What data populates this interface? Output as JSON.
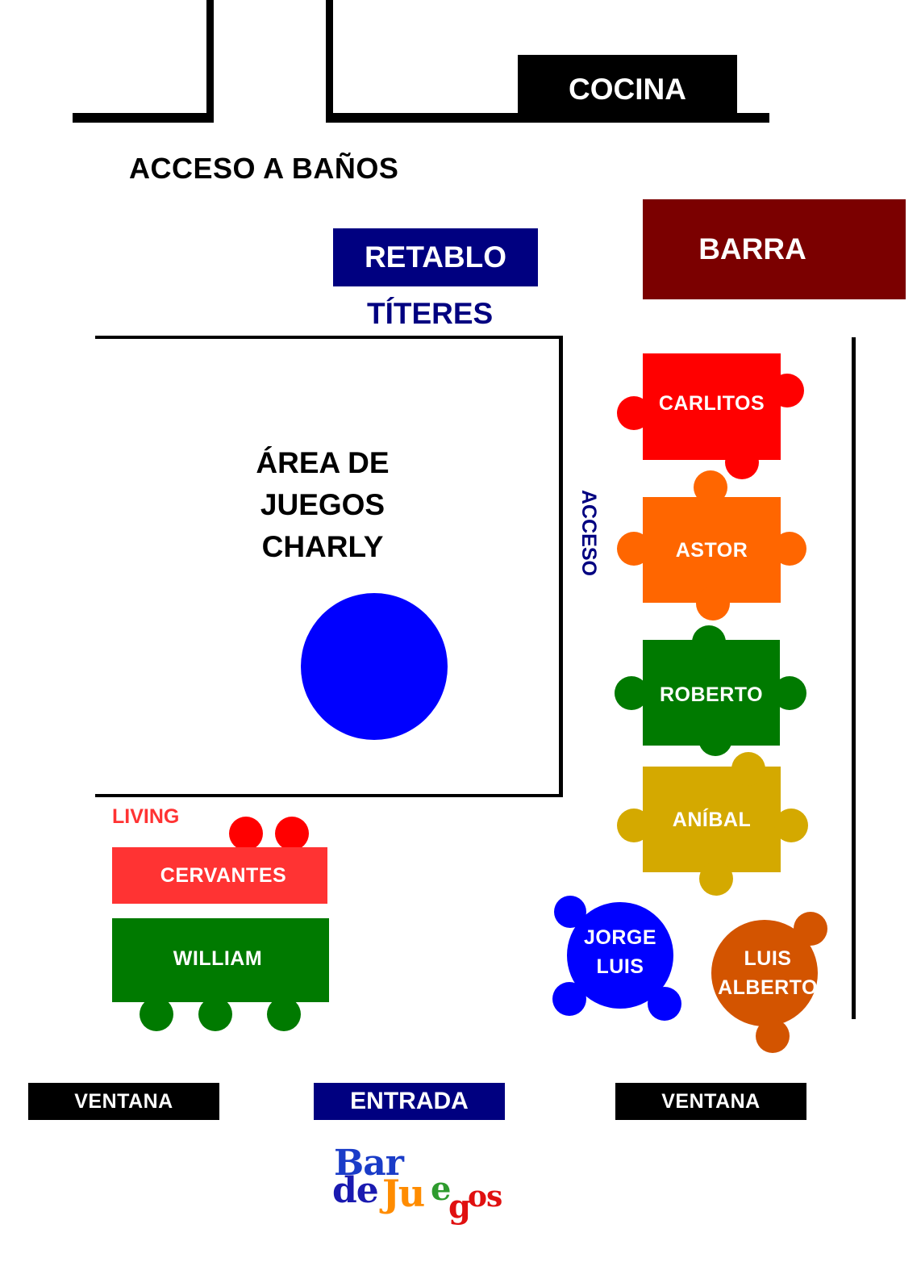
{
  "zones": {
    "cocina": "COCINA",
    "acceso_banos": "ACCESO A BAÑOS",
    "retablo": "RETABLO",
    "titeres": "TÍTERES",
    "barra": "BARRA",
    "area_juegos": [
      "ÁREA DE",
      "JUEGOS",
      "CHARLY"
    ],
    "acceso": "ACCESO",
    "living": "LIVING",
    "entrada": "ENTRADA",
    "ventana_left": "VENTANA",
    "ventana_right": "VENTANA"
  },
  "tables": {
    "carlitos": "CARLITOS",
    "astor": "ASTOR",
    "roberto": "ROBERTO",
    "anibal": "ANÍBAL",
    "cervantes": "CERVANTES",
    "william": "WILLIAM",
    "jorge_luis": [
      "JORGE",
      "LUIS"
    ],
    "luis_alberto": [
      "LUIS",
      "ALBERTO"
    ]
  },
  "logo": {
    "line1": "Bar",
    "line2_de": "de",
    "line2_ju": "Ju",
    "line2_e": "e",
    "line2_g": "g",
    "line2_os": "os"
  },
  "colors": {
    "navy": "#000080",
    "barra": "#7b0000",
    "red": "#ff0000",
    "orange": "#ff6600",
    "green": "#007a00",
    "mustard": "#d4a900",
    "blue": "#0000ff",
    "rust": "#d35400",
    "cervantes": "#ff3333"
  }
}
